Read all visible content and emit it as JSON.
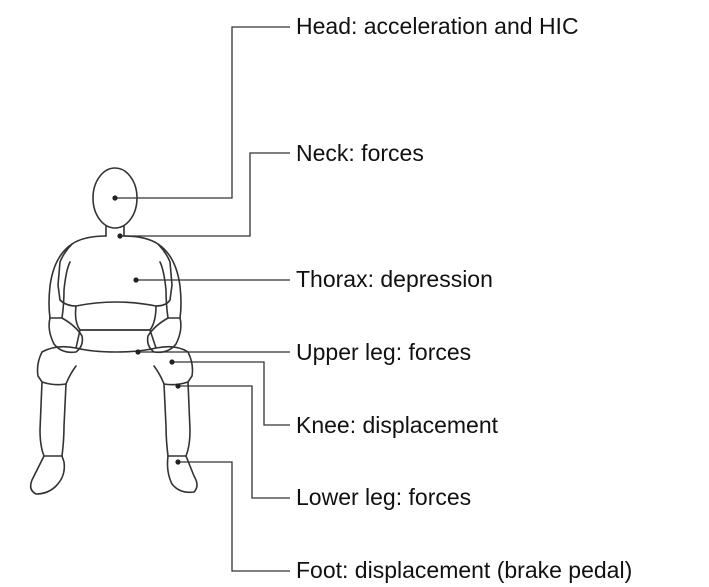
{
  "labels": {
    "head": "Head: acceleration and HIC",
    "neck": "Neck: forces",
    "thorax": "Thorax: depression",
    "upper_leg": "Upper leg: forces",
    "knee": "Knee: displacement",
    "lower_leg": "Lower leg: forces",
    "foot": "Foot: displacement (brake pedal)"
  },
  "colors": {
    "figure_line": "#333333",
    "leader_line": "#333333",
    "text": "#111111"
  }
}
